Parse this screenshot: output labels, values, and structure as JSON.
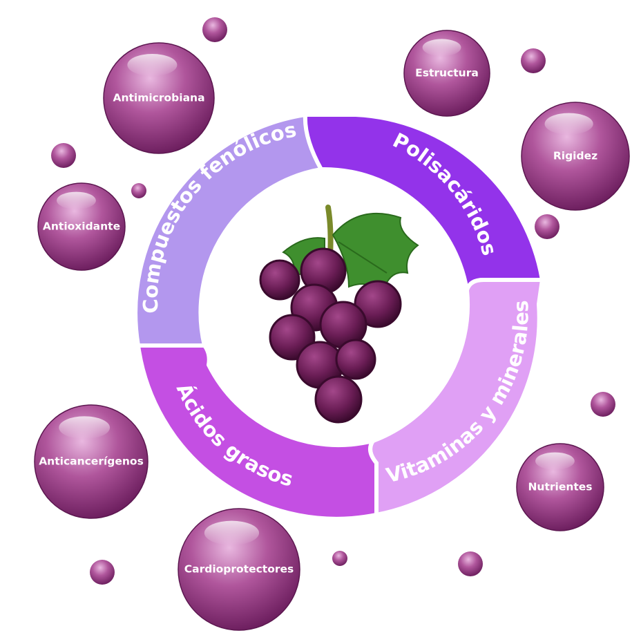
{
  "segments": [
    {
      "id": "polisacaridos",
      "label": "Polisacáridos",
      "color": "#9333ea"
    },
    {
      "id": "vitaminas",
      "label": "Vitaminas y minerales",
      "color": "#e0a0f5"
    },
    {
      "id": "acidos",
      "label": "Ácidos grasos",
      "color": "#c44fe3"
    },
    {
      "id": "fenolicos",
      "label": "Compuestos fenólicos",
      "color": "#b397ee"
    }
  ],
  "bubbles": [
    {
      "id": "antimicrobiana",
      "label": "Antimicrobiana"
    },
    {
      "id": "estructura",
      "label": "Estructura"
    },
    {
      "id": "rigidez",
      "label": "Rigidez"
    },
    {
      "id": "antioxidante",
      "label": "Antioxidante"
    },
    {
      "id": "anticancerigenos",
      "label": "Anticancerígenos"
    },
    {
      "id": "cardioprotectores",
      "label": "Cardioprotectores"
    },
    {
      "id": "nutrientes",
      "label": "Nutrientes"
    }
  ],
  "colors": {
    "bubble_light": "#e8b4dc",
    "bubble_mid": "#a14a8e",
    "bubble_dark": "#6e1f60",
    "grape_dark": "#4a0f3a",
    "grape_mid": "#8a2a6e",
    "leaf": "#3f8f2e",
    "stem": "#7a8a2a"
  }
}
